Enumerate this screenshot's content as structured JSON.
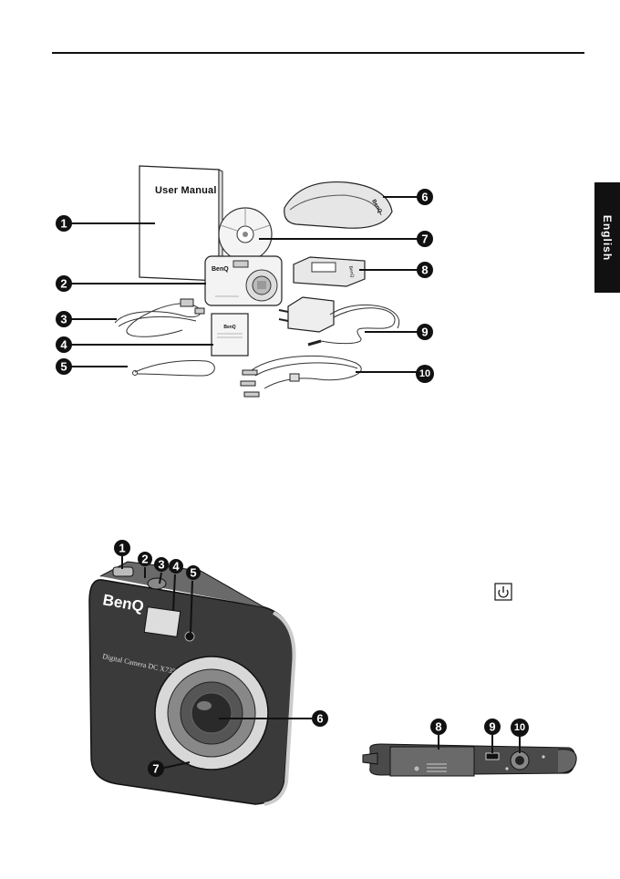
{
  "page": {
    "side_tab_label": "English"
  },
  "package_contents": {
    "manual_label": "User Manual",
    "camera_brand": "BenQ",
    "callouts": [
      "1",
      "2",
      "3",
      "4",
      "5",
      "6",
      "7",
      "8",
      "9",
      "10"
    ]
  },
  "camera_views": {
    "brand": "BenQ",
    "model_label": "Digital Camera DC X735",
    "callouts_front": [
      "1",
      "2",
      "3",
      "4",
      "5",
      "6",
      "7"
    ],
    "callouts_bottom": [
      "8",
      "9",
      "10"
    ],
    "power_icon": "power-icon"
  }
}
